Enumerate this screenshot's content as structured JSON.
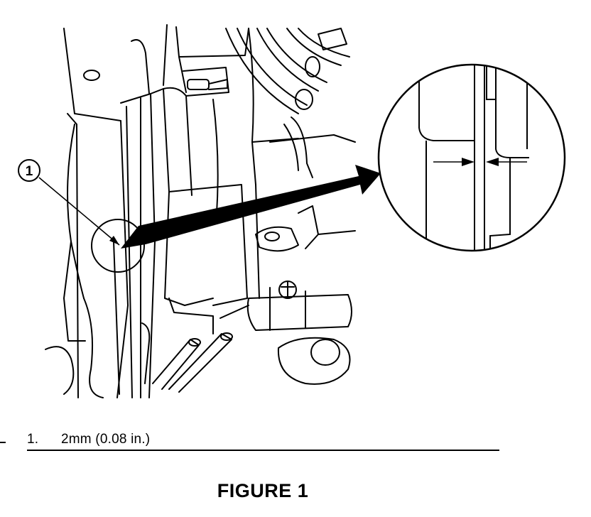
{
  "callout": {
    "number": "1"
  },
  "legend": {
    "items": [
      {
        "number": "1.",
        "text": "2mm (0.08 in.)"
      }
    ]
  },
  "figure": {
    "caption": "FIGURE 1"
  },
  "colors": {
    "ink": "#000000",
    "paper": "#ffffff"
  }
}
